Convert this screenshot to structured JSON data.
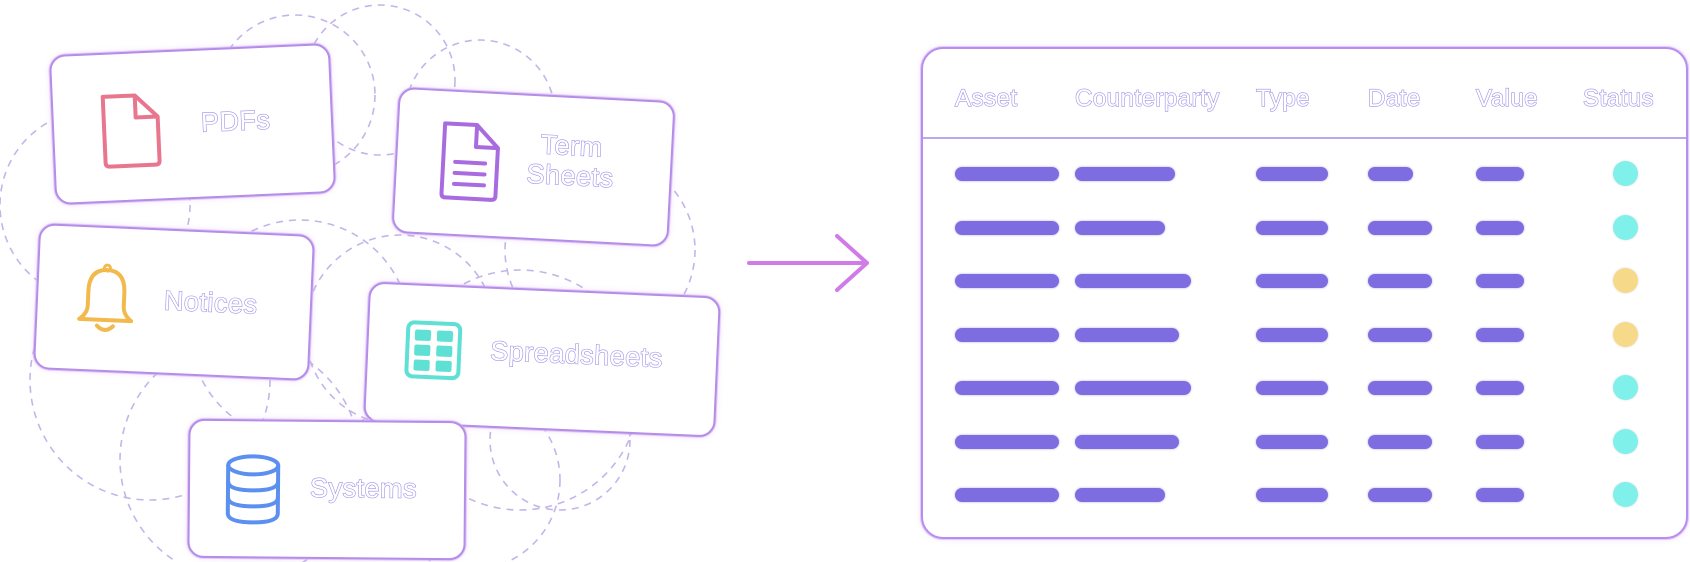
{
  "sources": [
    {
      "id": "pdfs",
      "label": "PDFs",
      "icon": "pdf-file-icon",
      "color": "#e8768e"
    },
    {
      "id": "term-sheets",
      "label_lines": [
        "Term",
        "Sheets"
      ],
      "icon": "document-lines-icon",
      "color": "#a86be0"
    },
    {
      "id": "notices",
      "label": "Notices",
      "icon": "bell-icon",
      "color": "#f2b94c"
    },
    {
      "id": "spreadsheets",
      "label": "Spreadsheets",
      "icon": "grid-table-icon",
      "color": "#5fe0d4"
    },
    {
      "id": "systems",
      "label": "Systems",
      "icon": "database-icon",
      "color": "#5b8ff0"
    }
  ],
  "arrow": {
    "icon": "arrow-right-icon",
    "color": "#d07be8"
  },
  "table": {
    "columns": [
      "Asset",
      "Counterparty",
      "Type",
      "Date",
      "Value",
      "Status"
    ],
    "rows": [
      {
        "status": "teal"
      },
      {
        "status": "teal"
      },
      {
        "status": "amber"
      },
      {
        "status": "amber"
      },
      {
        "status": "teal"
      },
      {
        "status": "teal"
      },
      {
        "status": "teal"
      }
    ],
    "status_colors": {
      "teal": "#7ff0ea",
      "amber": "#f7d98a"
    },
    "bar_color": "#7e6de0"
  }
}
